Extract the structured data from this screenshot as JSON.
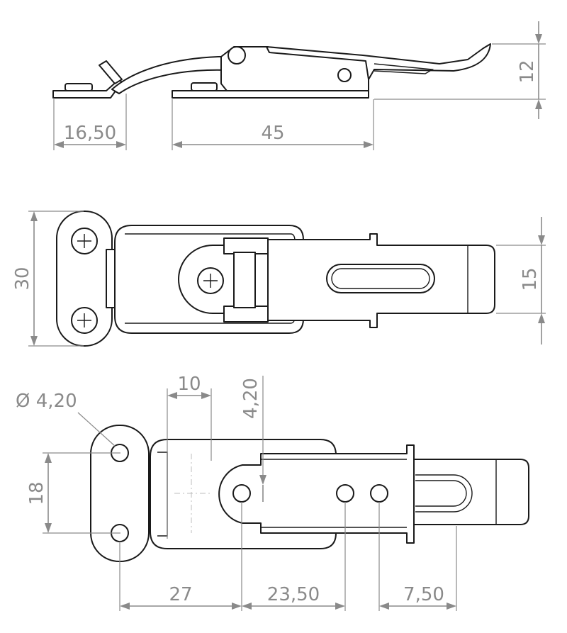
{
  "dimensions": {
    "side_view": {
      "width_left": "16,50",
      "width_main": "45",
      "height": "12"
    },
    "top_view": {
      "height": "30",
      "hook_width": "15"
    },
    "bottom_view": {
      "hole_diameter": "Ø 4,20",
      "offset_10": "10",
      "offset_420": "4,20",
      "hole_spacing": "18",
      "dist_27": "27",
      "dist_2350": "23,50",
      "dist_750": "7,50"
    }
  }
}
